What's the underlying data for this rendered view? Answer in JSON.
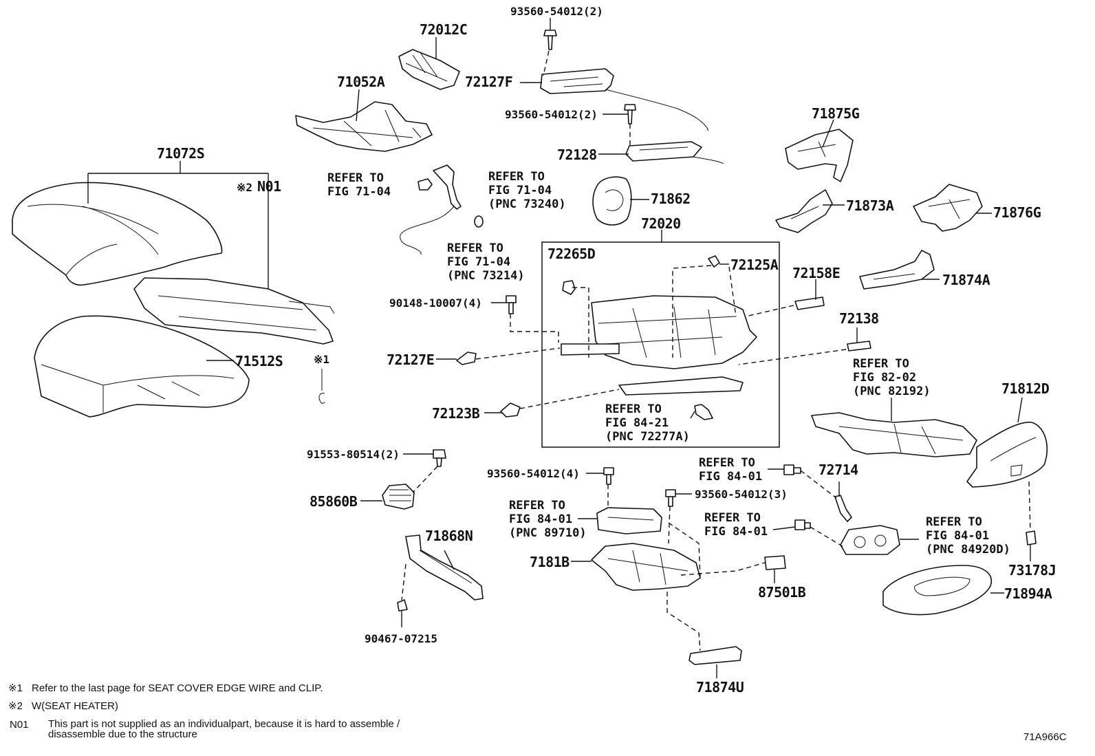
{
  "labels": {
    "p93560_top": "93560-54012(2)",
    "p72012C": "72012C",
    "p72127F": "72127F",
    "p71052A": "71052A",
    "p93560_mid": "93560-54012(2)",
    "p72128": "72128",
    "p71875G": "71875G",
    "p71072S": "71072S",
    "p71862": "71862",
    "p71873A": "71873A",
    "p71876G": "71876G",
    "p72020": "72020",
    "p72265D": "72265D",
    "p72125A": "72125A",
    "p72158E": "72158E",
    "p71874A": "71874A",
    "p90148": "90148-10007(4)",
    "p72138": "72138",
    "p72127E": "72127E",
    "p71512S": "71512S",
    "p72123B": "72123B",
    "p71812D": "71812D",
    "p91553": "91553-80514(2)",
    "p85860B": "85860B",
    "p93560_4": "93560-54012(4)",
    "p72714": "72714",
    "p93560_3": "93560-54012(3)",
    "p71868N": "71868N",
    "p7181B": "7181B",
    "p87501B": "87501B",
    "p71894A": "71894A",
    "p73178J": "73178J",
    "p90467": "90467-07215",
    "p71874U": "71874U",
    "n01": "N01",
    "mark2": "※2",
    "mark1": "※1"
  },
  "refs": {
    "r1": [
      "REFER TO",
      "FIG 71-04"
    ],
    "r2": [
      "REFER TO",
      "FIG 71-04",
      "(PNC 73240)"
    ],
    "r3": [
      "REFER TO",
      "FIG 71-04",
      "(PNC 73214)"
    ],
    "r4": [
      "REFER TO",
      "FIG 84-21",
      "(PNC 72277A)"
    ],
    "r5": [
      "REFER TO",
      "FIG 82-02",
      "(PNC 82192)"
    ],
    "r6": [
      "REFER TO",
      "FIG 84-01"
    ],
    "r7": [
      "REFER TO",
      "FIG 84-01",
      "(PNC 89710)"
    ],
    "r8": [
      "REFER TO",
      "FIG 84-01"
    ],
    "r9": [
      "REFER TO",
      "FIG 84-01",
      "(PNC 84920D)"
    ]
  },
  "notes": {
    "note1_mark": "※1",
    "note1": "Refer to the last page for SEAT COVER EDGE WIRE and CLIP.",
    "note2_mark": "※2",
    "note2": "W(SEAT HEATER)",
    "note3_mark": "N01",
    "note3a": "This part is not supplied as an individualpart, because it is hard to assemble /",
    "note3b": "disassemble due to the structure",
    "figure_code": "71A966C"
  }
}
